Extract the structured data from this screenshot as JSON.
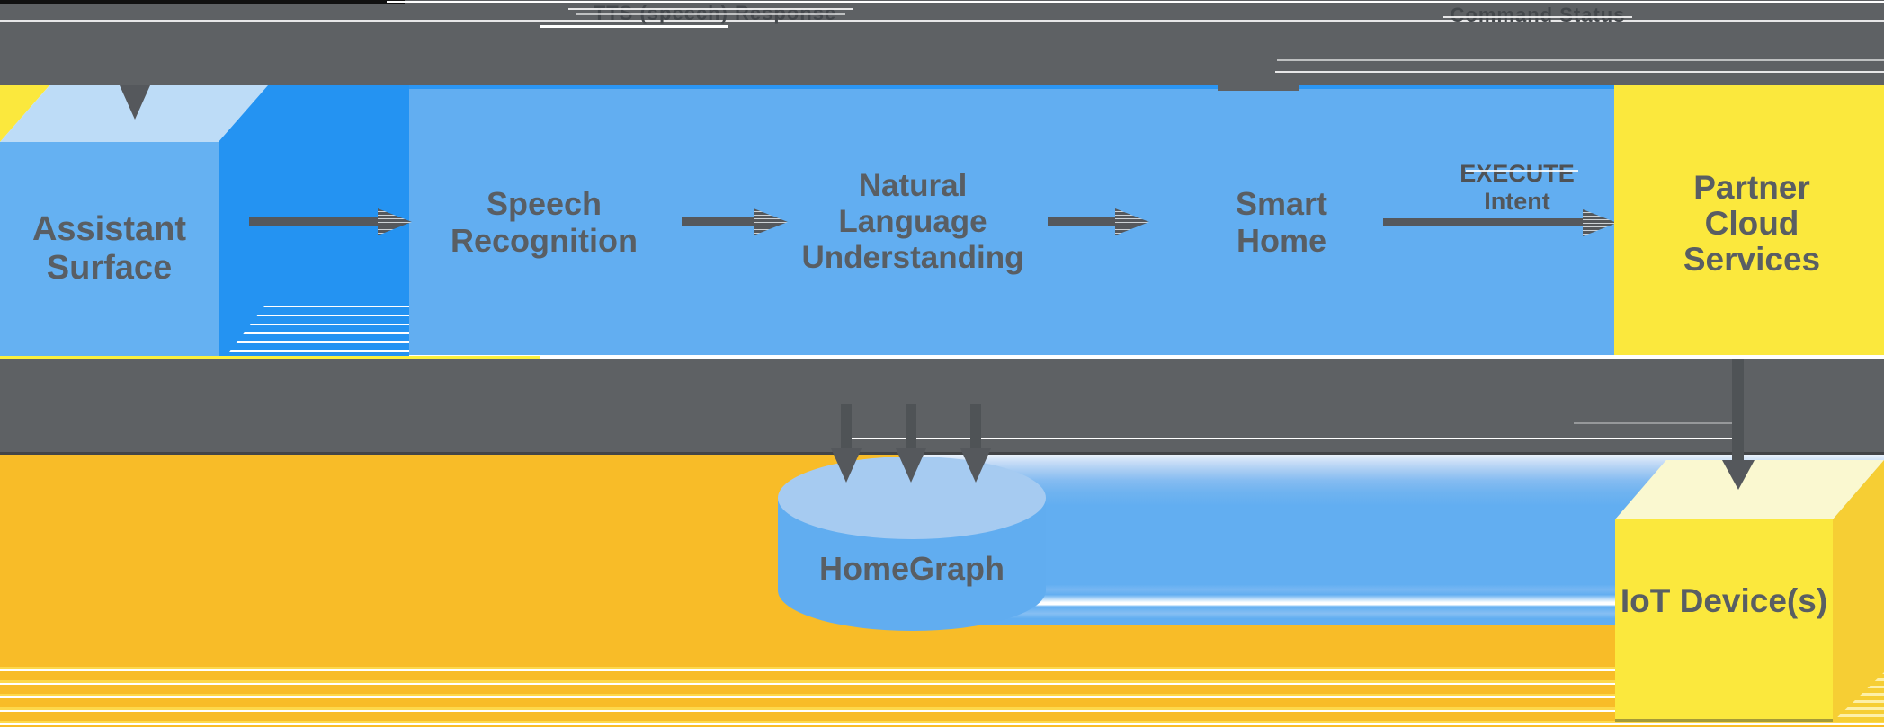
{
  "band": {
    "tts": "TTS (speech) Response",
    "command": "Command Status"
  },
  "nodes": {
    "assistant_surface": "Assistant Surface",
    "speech_recognition": "Speech Recognition",
    "nlu": "Natural Language Understanding",
    "smart_home": "Smart Home",
    "partner_cloud": "Partner Cloud Services",
    "homegraph": "HomeGraph",
    "iot": "IoT Device(s)"
  },
  "edge_labels": {
    "execute": "EXECUTE",
    "intent": "Intent"
  },
  "colors": {
    "band": "#5E6164",
    "band_text": "#44484C",
    "arrow": "#55585C",
    "arrow_dark": "#4F5356",
    "text": "#595E63",
    "blue_main": "#62AEF1",
    "blue_main2": "#65B1F2",
    "blue_bright": "#2493F2",
    "blue_edge": "#2B96F4",
    "blue_pale": "#BDDCF7",
    "cyl_top": "#A6CBF1",
    "cyl_body": "#61ADF0",
    "yellow": "#FBE83D",
    "yellow_pale": "#FAF8D0",
    "yellow_side": "#F6CE34",
    "orange": "#F8BC28",
    "stripe_yellow": "#FDD84B",
    "underline_yellow": "#FCF03C"
  }
}
